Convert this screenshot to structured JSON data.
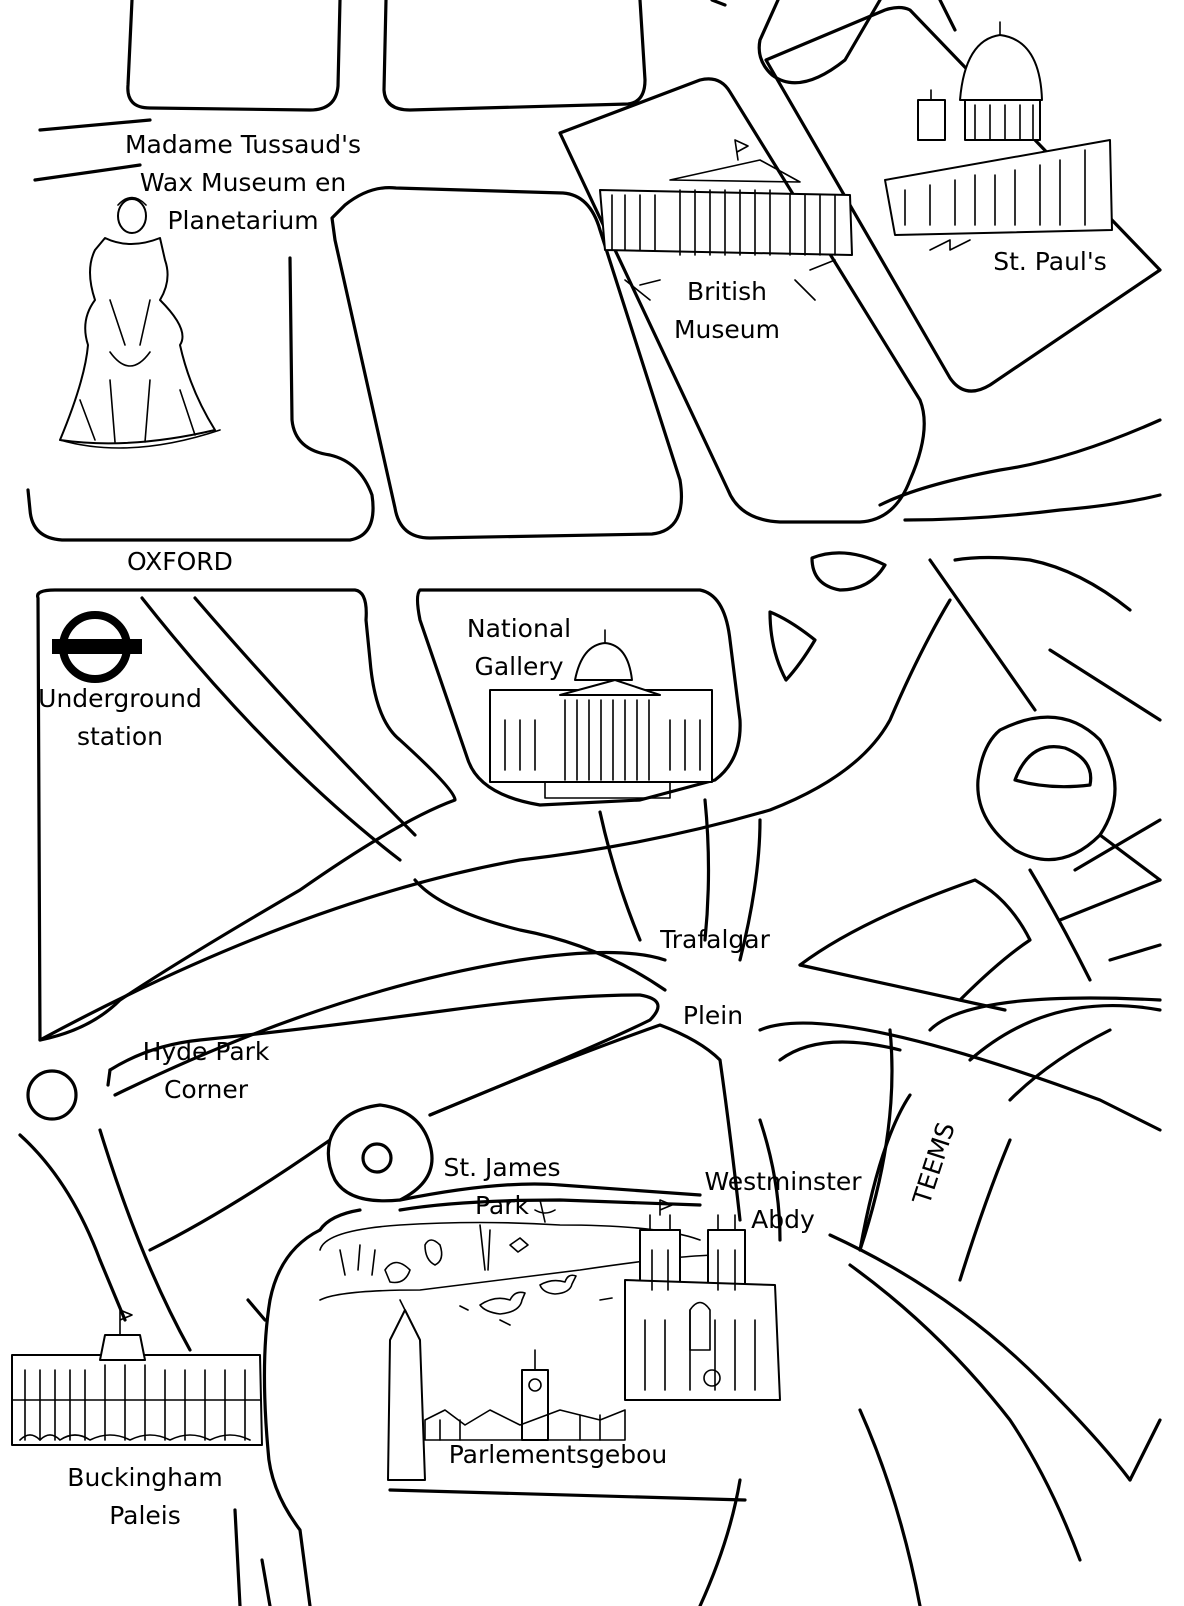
{
  "map": {
    "labels": {
      "tussaud": [
        "Madame Tussaud's",
        "Wax Museum en",
        "Planetarium"
      ],
      "british_museum": [
        "British",
        "Museum"
      ],
      "st_pauls": [
        "St. Paul's"
      ],
      "oxford": [
        "OXFORD"
      ],
      "national_gallery": [
        "National",
        "Gallery"
      ],
      "underground": [
        "Underground",
        "station"
      ],
      "trafalgar": [
        "Trafalgar",
        "Plein"
      ],
      "hyde_park": [
        "Hyde Park",
        "Corner"
      ],
      "st_james": [
        "St. James",
        "Park"
      ],
      "westminster": [
        "Westminster",
        "Abdy"
      ],
      "teems": [
        "TEEMS"
      ],
      "parliament": [
        "Parlementsgebou"
      ],
      "buckingham": [
        "Buckingham",
        "Paleis"
      ]
    },
    "icons": [
      "wax-figure-icon",
      "british-museum-building-icon",
      "st-pauls-cathedral-icon",
      "underground-roundel-icon",
      "national-gallery-building-icon",
      "westminster-abbey-icon",
      "parliament-building-icon",
      "buckingham-palace-icon",
      "duck-icon"
    ],
    "colors": {
      "ink": "#000000",
      "paper": "#ffffff"
    }
  }
}
